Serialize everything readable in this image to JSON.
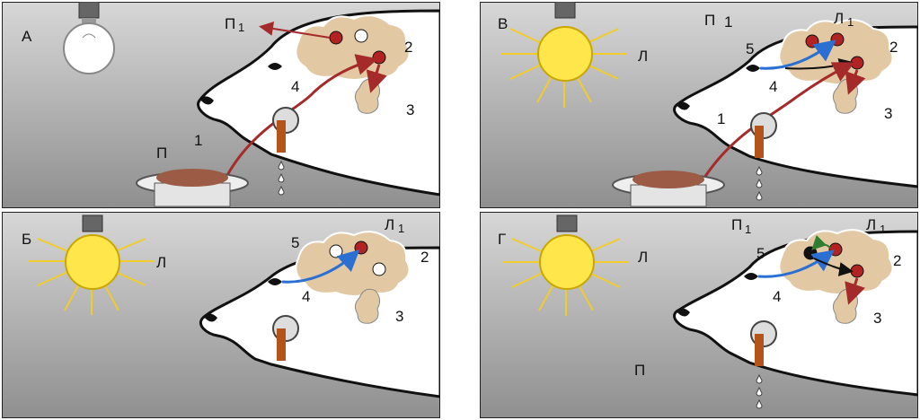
{
  "panels": [
    {
      "letter": "А",
      "lamp_on": false,
      "lamp_label": "",
      "food_label": "П",
      "labels": {
        "p": "П",
        "l": "",
        "sub": "1",
        "n1": "1",
        "n2": "2",
        "n3": "3",
        "n4": "4",
        "n5": ""
      }
    },
    {
      "letter": "Б",
      "lamp_on": true,
      "lamp_label": "Л",
      "food_label": "",
      "labels": {
        "p": "",
        "l": "Л",
        "sub": "1",
        "n1": "",
        "n2": "2",
        "n3": "3",
        "n4": "4",
        "n5": "5"
      }
    },
    {
      "letter": "В",
      "lamp_on": true,
      "lamp_label": "Л",
      "food_label": "",
      "labels": {
        "p": "П",
        "l": "Л",
        "sub": "1",
        "n1": "1",
        "n2": "2",
        "n3": "3",
        "n4": "4",
        "n5": "5"
      }
    },
    {
      "letter": "Г",
      "lamp_on": true,
      "lamp_label": "Л",
      "food_label": "П",
      "labels": {
        "p": "П",
        "l": "Л",
        "sub": "1",
        "n1": "",
        "n2": "2",
        "n3": "3",
        "n4": "4",
        "n5": "5"
      }
    }
  ],
  "colors": {
    "food_path": "#a52a2a",
    "light_path": "#2a6fd1",
    "center": "#b22222",
    "brain": "#e2c9a3",
    "saliva": "#b5541a",
    "bulb_on": "#ffe64a",
    "rays": "#f2cc2a",
    "link": "#2e7d32"
  }
}
